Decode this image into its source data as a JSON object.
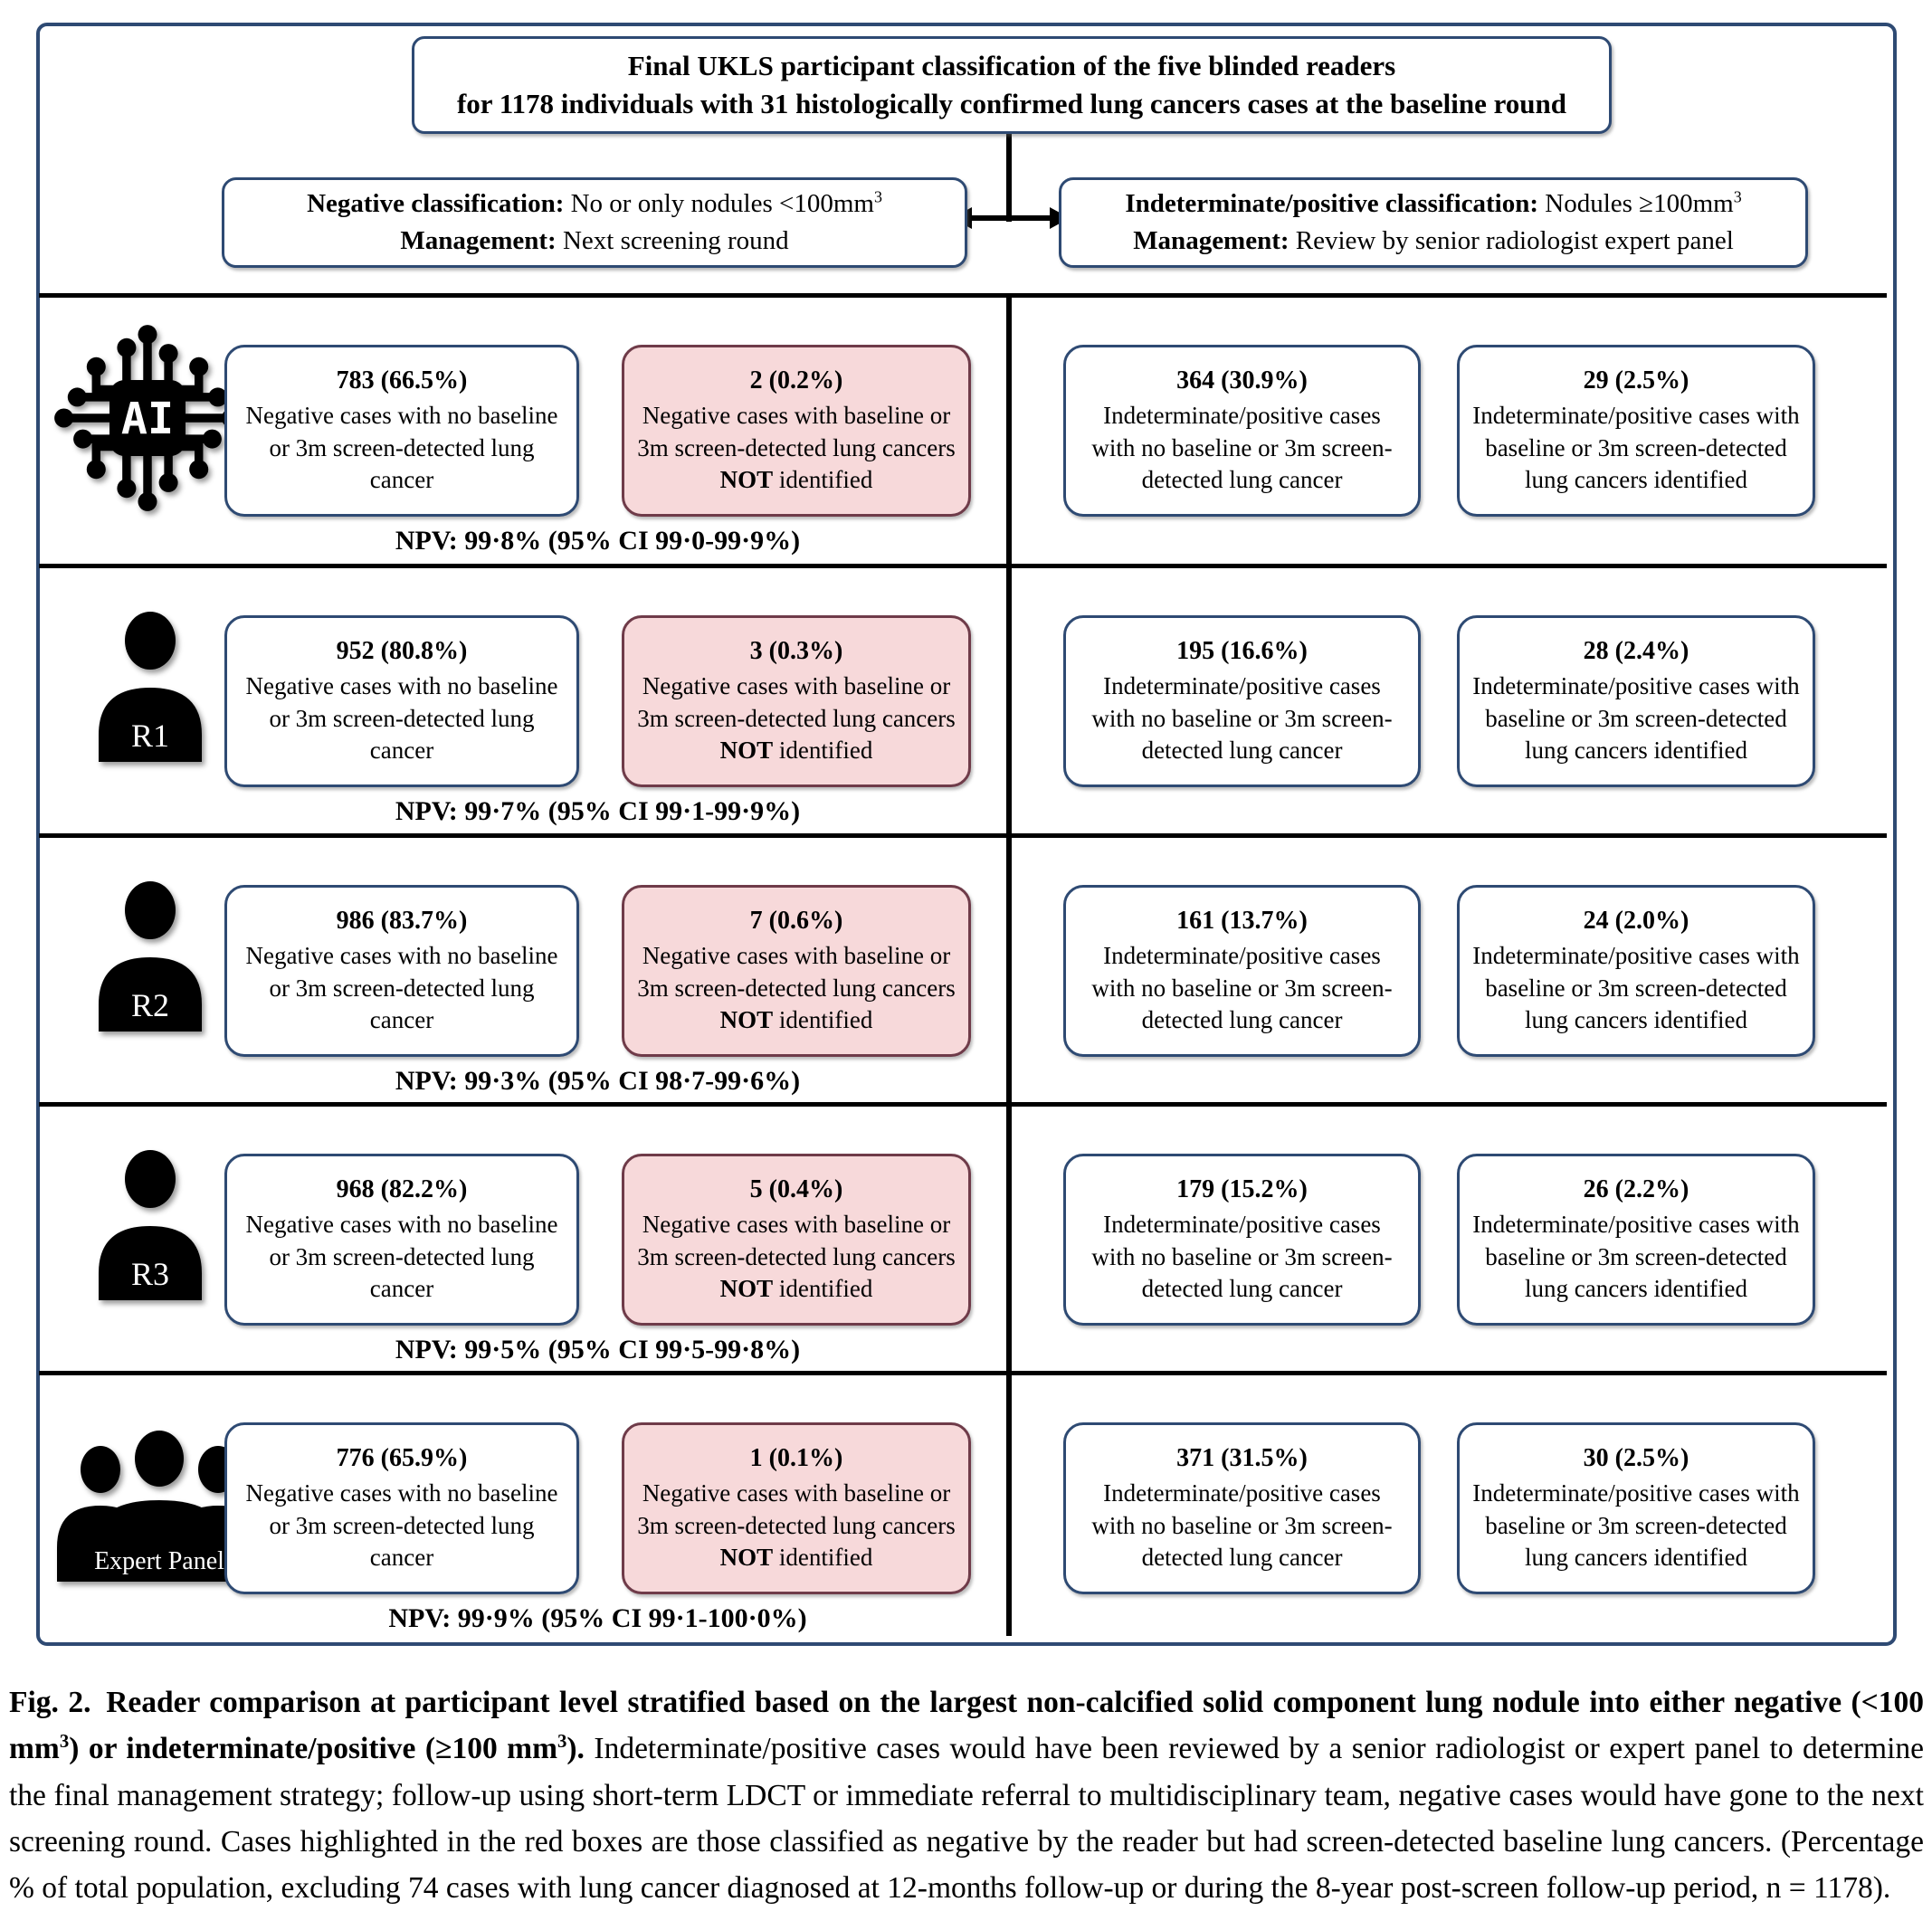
{
  "colors": {
    "box_border_navy": "#2e4a73",
    "highlight_fill_pink": "#f7d9da",
    "highlight_border": "#6f3b49",
    "line_black": "#000000"
  },
  "header": {
    "title_line1": "Final UKLS participant classification of the five blinded readers",
    "title_line2": "for 1178 individuals with 31 histologically confirmed lung cancers cases at the baseline round",
    "negative_box": {
      "label_bold": "Negative classification:",
      "label_rest": " No or only nodules <100mm",
      "label_sup": "3",
      "mgmt_bold": "Management:",
      "mgmt_rest": " Next screening round"
    },
    "positive_box": {
      "label_bold": "Indeterminate/positive classification:",
      "label_rest": " Nodules ≥100mm",
      "label_sup": "3",
      "mgmt_bold": "Management:",
      "mgmt_rest": " Review by senior radiologist expert panel"
    }
  },
  "rows": [
    {
      "icon_label": "AI",
      "boxes": [
        {
          "value": "783 (66.5%)",
          "t1": "Negative cases with no baseline or 3m screen-detected lung cancer",
          "bold": "",
          "t2": ""
        },
        {
          "value": "2 (0.2%)",
          "t1": "Negative cases with baseline or 3m screen-detected lung cancers ",
          "bold": "NOT",
          "t2": " identified"
        },
        {
          "value": "364 (30.9%)",
          "t1": "Indeterminate/positive cases with no baseline or 3m screen-detected lung cancer",
          "bold": "",
          "t2": ""
        },
        {
          "value": "29 (2.5%)",
          "t1": "Indeterminate/positive cases with baseline or 3m screen-detected lung cancers identified",
          "bold": "",
          "t2": ""
        }
      ],
      "npv": "NPV: 99·8% (95% CI  99·0-99·9%)"
    },
    {
      "icon_label": "R1",
      "boxes": [
        {
          "value": "952 (80.8%)",
          "t1": "Negative cases with no baseline or 3m screen-detected lung cancer",
          "bold": "",
          "t2": ""
        },
        {
          "value": "3 (0.3%)",
          "t1": "Negative cases with baseline or 3m screen-detected lung cancers ",
          "bold": "NOT",
          "t2": " identified"
        },
        {
          "value": "195 (16.6%)",
          "t1": "Indeterminate/positive cases with no baseline or 3m screen-detected lung cancer",
          "bold": "",
          "t2": ""
        },
        {
          "value": "28 (2.4%)",
          "t1": "Indeterminate/positive cases with baseline or 3m screen-detected lung cancers identified",
          "bold": "",
          "t2": ""
        }
      ],
      "npv": "NPV: 99·7% (95% CI  99·1-99·9%)"
    },
    {
      "icon_label": "R2",
      "boxes": [
        {
          "value": "986 (83.7%)",
          "t1": "Negative cases with no baseline or 3m screen-detected lung cancer",
          "bold": "",
          "t2": ""
        },
        {
          "value": "7 (0.6%)",
          "t1": "Negative cases with baseline or 3m screen-detected lung cancers ",
          "bold": "NOT",
          "t2": " identified"
        },
        {
          "value": "161 (13.7%)",
          "t1": "Indeterminate/positive cases with no baseline or 3m screen-detected lung cancer",
          "bold": "",
          "t2": ""
        },
        {
          "value": "24 (2.0%)",
          "t1": "Indeterminate/positive cases with baseline or 3m screen-detected lung cancers identified",
          "bold": "",
          "t2": ""
        }
      ],
      "npv": "NPV: 99·3% (95% CI  98·7-99·6%)"
    },
    {
      "icon_label": "R3",
      "boxes": [
        {
          "value": "968 (82.2%)",
          "t1": "Negative cases with no baseline or 3m screen-detected lung cancer",
          "bold": "",
          "t2": ""
        },
        {
          "value": "5 (0.4%)",
          "t1": "Negative cases with baseline or 3m screen-detected lung cancers ",
          "bold": "NOT",
          "t2": " identified"
        },
        {
          "value": "179 (15.2%)",
          "t1": "Indeterminate/positive cases with no baseline or 3m screen-detected lung cancer",
          "bold": "",
          "t2": ""
        },
        {
          "value": "26 (2.2%)",
          "t1": "Indeterminate/positive cases with baseline or 3m screen-detected lung cancers identified",
          "bold": "",
          "t2": ""
        }
      ],
      "npv": "NPV: 99·5% (95% CI  99·5-99·8%)"
    },
    {
      "icon_label": "Expert Panel",
      "boxes": [
        {
          "value": "776 (65.9%)",
          "t1": "Negative cases with no baseline or 3m screen-detected lung cancer",
          "bold": "",
          "t2": ""
        },
        {
          "value": "1 (0.1%)",
          "t1": "Negative cases with baseline or 3m screen-detected lung cancers ",
          "bold": "NOT",
          "t2": " identified"
        },
        {
          "value": "371 (31.5%)",
          "t1": "Indeterminate/positive cases with no baseline or 3m screen-detected lung cancer",
          "bold": "",
          "t2": ""
        },
        {
          "value": "30 (2.5%)",
          "t1": "Indeterminate/positive cases with baseline or 3m screen-detected lung cancers identified",
          "bold": "",
          "t2": ""
        }
      ],
      "npv": "NPV: 99·9% (95% CI  99·1-100·0%)"
    }
  ],
  "caption": {
    "bold_1": "Fig. 2. Reader comparison at participant level stratified based on the largest non-calcified solid component lung nodule into either negative (<100 mm",
    "sup_1": "3",
    "bold_2": ") or indeterminate/positive (≥100 mm",
    "sup_2": "3",
    "bold_3": ").",
    "regular": " Indeterminate/positive cases would have been reviewed by a senior radiologist or expert panel to determine the final management strategy; follow-up using short-term LDCT or immediate referral to multidisciplinary team, negative cases would have gone to the next screening round. Cases highlighted in the red boxes are those classified as negative by the reader but had screen-detected baseline lung cancers. (Percentage % of total population, excluding 74 cases with lung cancer diagnosed at 12-months follow-up or during the 8-year post-screen follow-up period, n = 1178)."
  }
}
